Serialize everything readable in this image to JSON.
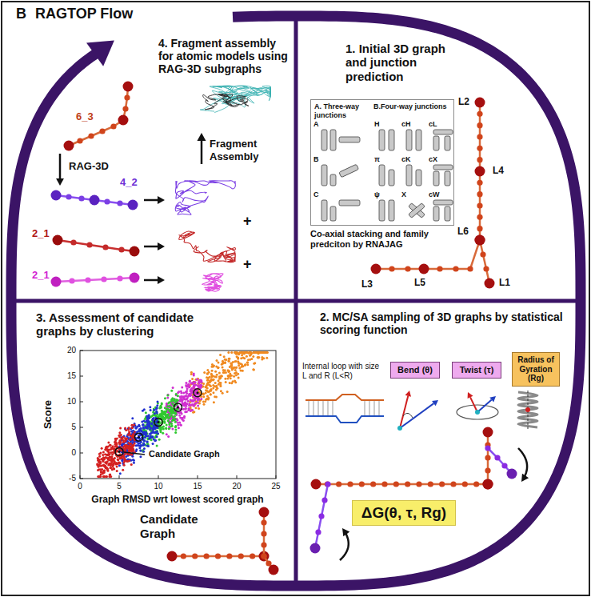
{
  "diagram": {
    "title": "RAGTOP Flow",
    "nodes": [
      {
        "text": [
          "4. Fragment assembly for atomic models using RAG-3D subgraphs"
        ]
      },
      {
        "text": [
          "1. Initial 3D graph and junction prediction"
        ]
      },
      {
        "text": [
          "A. Three-way junctions",
          "B.Four-way junctions"
        ],
        "in": 1
      },
      {
        "text": [
          "3. Assessment of candidate graphs by clustering"
        ]
      },
      {
        "text": [
          "2. MC/SA sampling of 3D graphs by statistical scoring function"
        ]
      },
      {
        "text": [
          "Bend (θ)"
        ],
        "in": 4
      },
      {
        "text": [
          "Twist (τ)"
        ],
        "in": 4
      },
      {
        "text": [
          "Radius of Gyration (Rg)"
        ],
        "in": 4
      },
      {
        "text": [
          "ΔG(θ, τ, Rg)"
        ],
        "in": 4
      }
    ],
    "labels": [
      "B",
      "6_3",
      "RAG-3D",
      "4_2",
      "2_1",
      "2_1",
      "+",
      "+",
      "Fragment Assembly",
      "L2",
      "L4",
      "L6",
      "L3",
      "L5",
      "L1",
      "A",
      "B",
      "C",
      "H",
      "cH",
      "cL",
      "π",
      "cK",
      "cX",
      "ψ",
      "X",
      "cW",
      "Co-axial stacking and family predciton by RNAJAG",
      "Internal loop with size L and R (L<R)",
      "Score",
      "20",
      "15",
      "10",
      "5",
      "0",
      "-5",
      "0",
      "5",
      "10",
      "15",
      "20",
      "25",
      "Graph RMSD wrt lowest scored graph",
      "Candidate Graph",
      "Candidate Graph"
    ]
  }
}
